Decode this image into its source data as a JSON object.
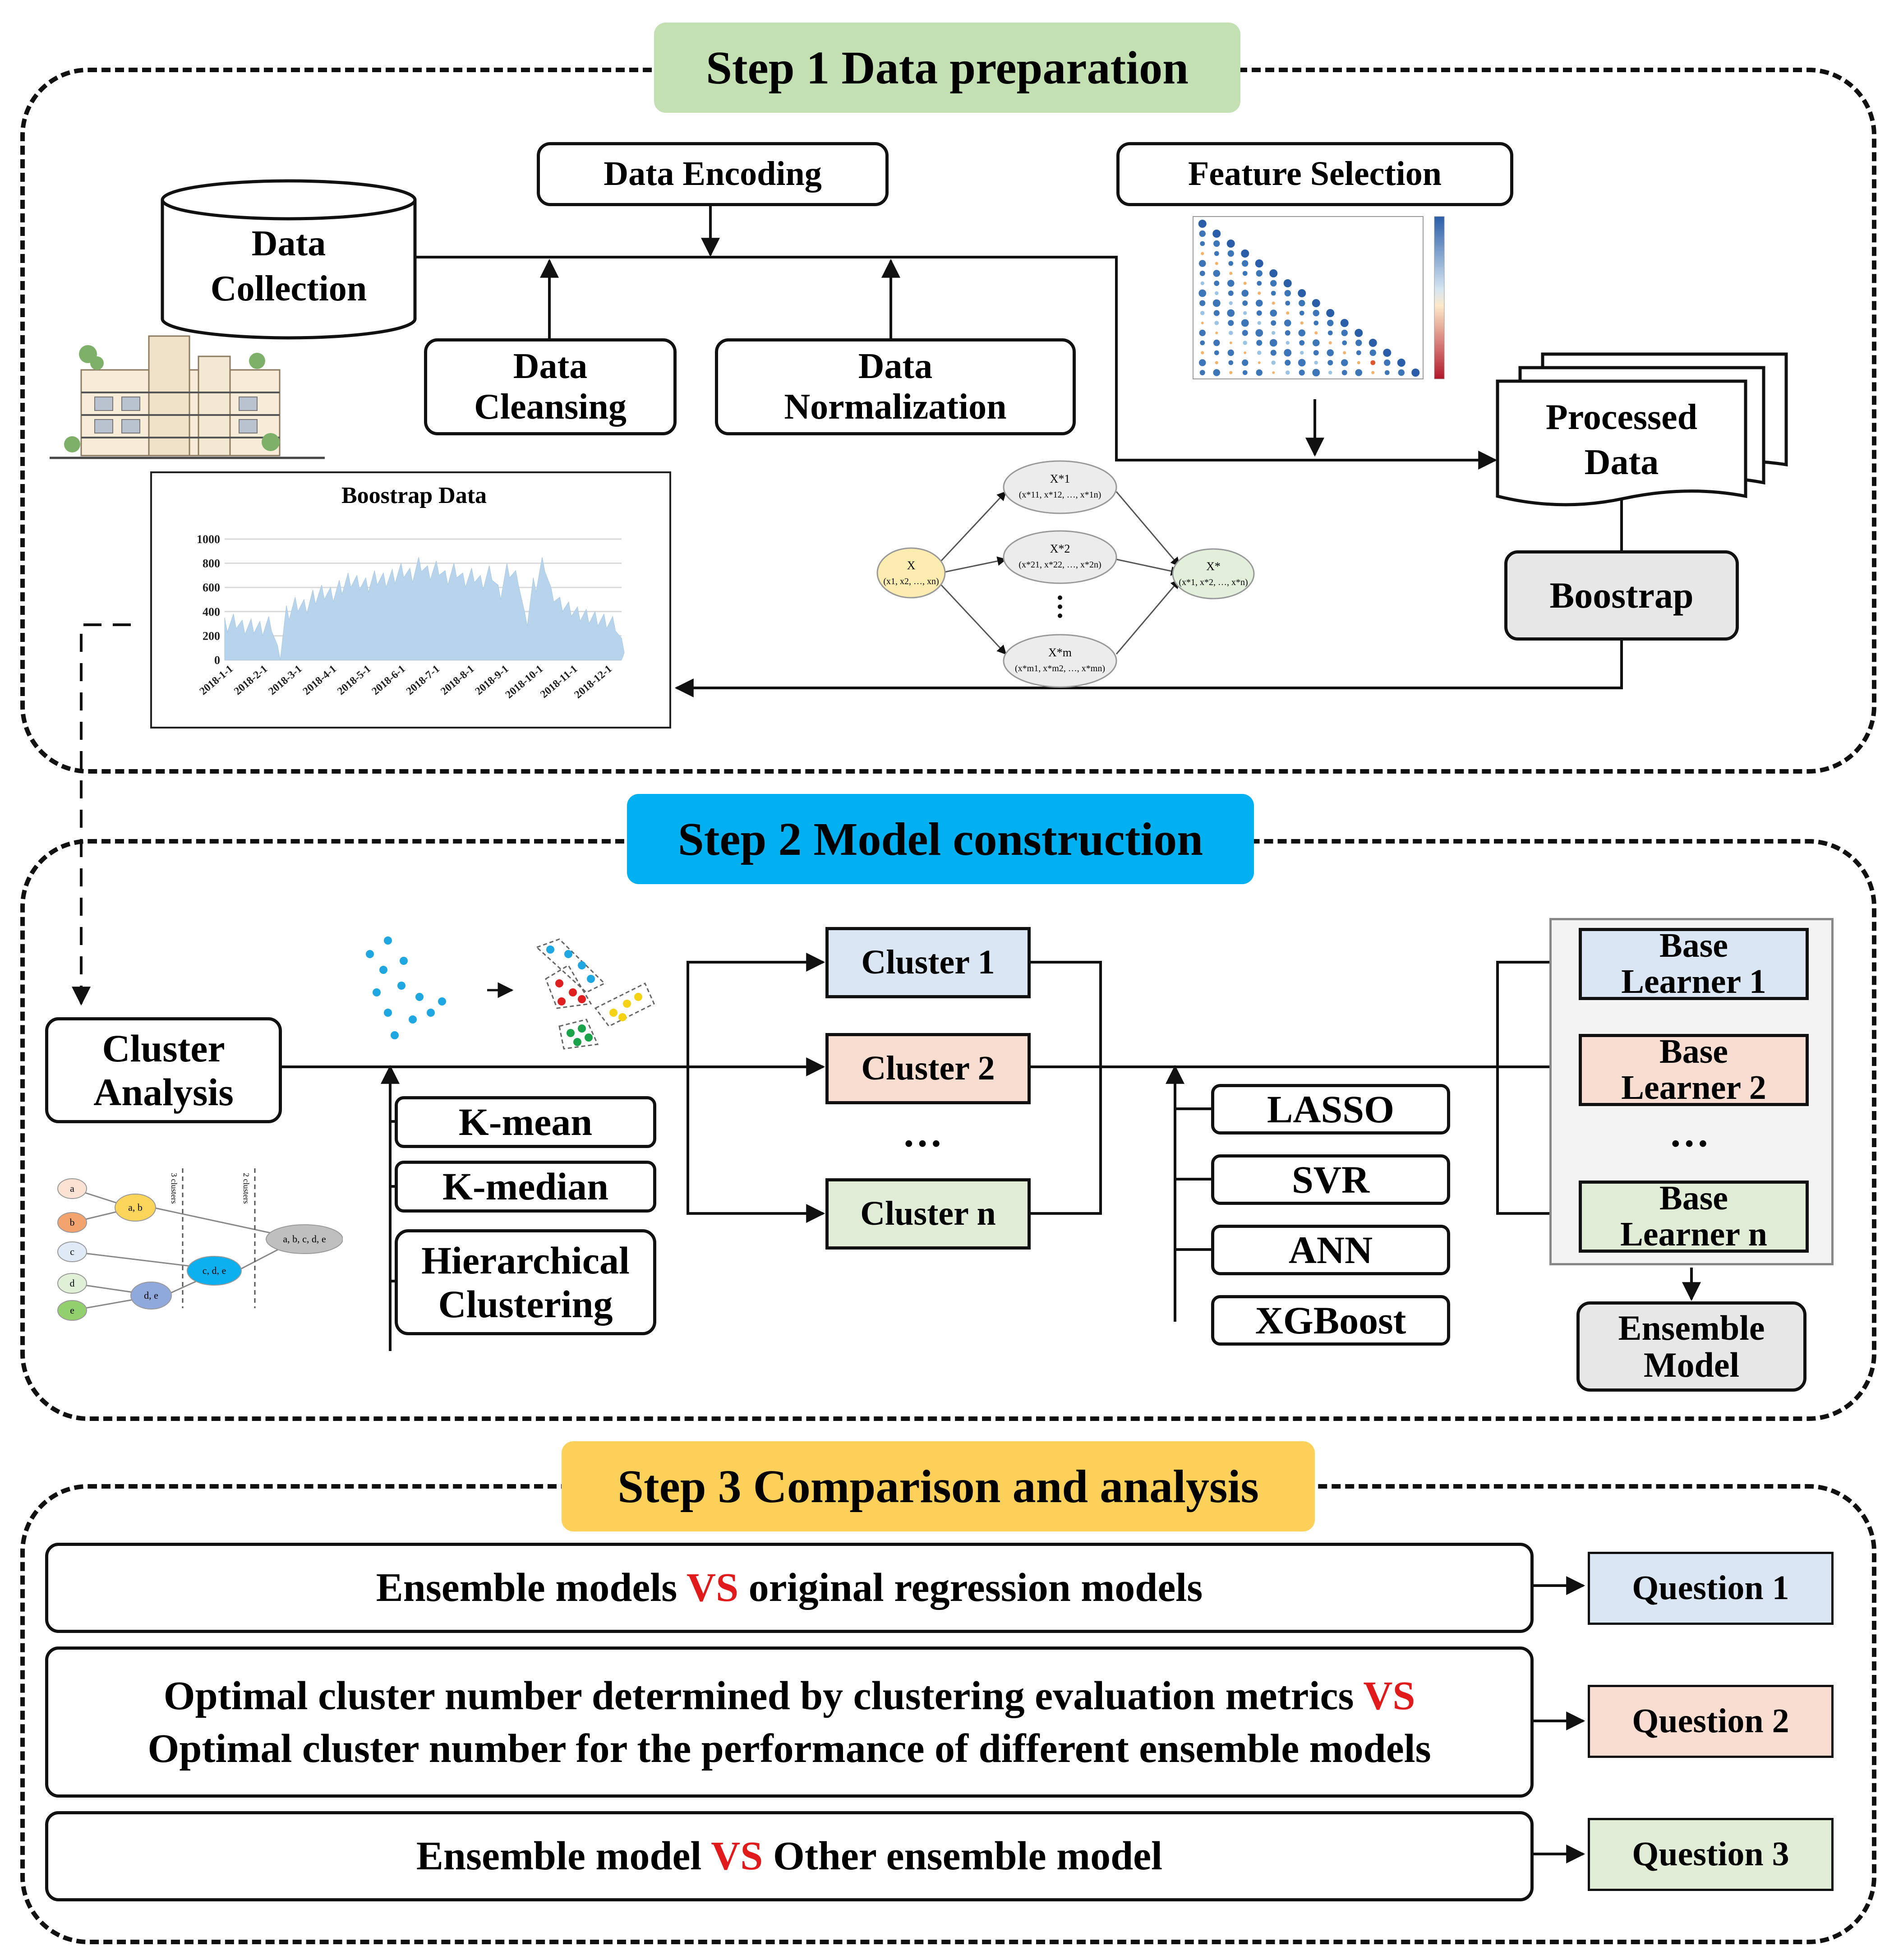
{
  "step1": {
    "title": "Step 1 Data preparation",
    "data_encoding": "Data Encoding",
    "feature_selection": "Feature Selection",
    "data_collection": [
      "Data",
      "Collection"
    ],
    "data_cleansing": [
      "Data",
      "Cleansing"
    ],
    "data_normalization": [
      "Data",
      "Normalization"
    ],
    "processed_data": [
      "Processed",
      "Data"
    ],
    "boostrap": "Boostrap",
    "chart": {
      "title": "Boostrap Data",
      "yticks": [
        "1000",
        "800",
        "600",
        "400",
        "200",
        "0"
      ],
      "xticks": [
        "2018-1-1",
        "2018-2-1",
        "2018-3-1",
        "2018-4-1",
        "2018-5-1",
        "2018-6-1",
        "2018-7-1",
        "2018-8-1",
        "2018-9-1",
        "2018-10-1",
        "2018-11-1",
        "2018-12-1"
      ]
    },
    "bootstrap_diagram": {
      "input": "X",
      "input_sub": "(x1, x2, …, xn)",
      "samples": [
        {
          "name": "X*1",
          "sub": "(x*11, x*12, …, x*1n)"
        },
        {
          "name": "X*2",
          "sub": "(x*21, x*22, …, x*2n)"
        },
        {
          "name": "X*m",
          "sub": "(x*m1, x*m2, …, x*mn)"
        }
      ],
      "output": "X*",
      "output_sub": "(x*1, x*2, …, x*n)"
    }
  },
  "step2": {
    "title": "Step 2 Model construction",
    "cluster_analysis": [
      "Cluster",
      "Analysis"
    ],
    "kmean": "K-mean",
    "kmedian": "K-median",
    "hierarchical": [
      "Hierarchical",
      "Clustering"
    ],
    "clusters": [
      "Cluster 1",
      "Cluster 2",
      "Cluster n"
    ],
    "ellipsis": "…",
    "algorithms": [
      "LASSO",
      "SVR",
      "ANN",
      "XGBoost"
    ],
    "base_learners": [
      [
        "Base",
        "Learner 1"
      ],
      [
        "Base",
        "Learner 2"
      ],
      [
        "Base",
        "Learner n"
      ]
    ],
    "ensemble_model": [
      "Ensemble",
      "Model"
    ],
    "dendrogram": {
      "leaves": [
        "a",
        "b",
        "c",
        "d",
        "e"
      ],
      "merges": [
        "a, b",
        "d, e",
        "c, d, e",
        "a, b, c, d, e"
      ],
      "cuts": [
        "3 clusters",
        "2 clusters"
      ]
    }
  },
  "step3": {
    "title": "Step 3 Comparison and analysis",
    "rows": [
      {
        "lines": [
          {
            "pre": "Ensemble models ",
            "vs": "VS",
            "post": " original regression models"
          }
        ],
        "question": "Question 1"
      },
      {
        "lines": [
          {
            "pre": "Optimal cluster number determined by clustering evaluation metrics ",
            "vs": "VS",
            "post": ""
          },
          {
            "pre": "Optimal cluster number for the performance of different ensemble models",
            "vs": "",
            "post": ""
          }
        ],
        "question": "Question 2"
      },
      {
        "lines": [
          {
            "pre": "Ensemble model ",
            "vs": "VS",
            "post": " Other ensemble model"
          }
        ],
        "question": "Question 3"
      }
    ]
  },
  "colors": {
    "step1": "#c3e0b2",
    "step2": "#00b0f0",
    "step3": "#fdd05a",
    "blue_box": "#dae6f3",
    "orange_box": "#f9ddd0",
    "green_box": "#e0ecd5",
    "gray_box": "#e7e7e7",
    "vs": "#e11b1b"
  }
}
